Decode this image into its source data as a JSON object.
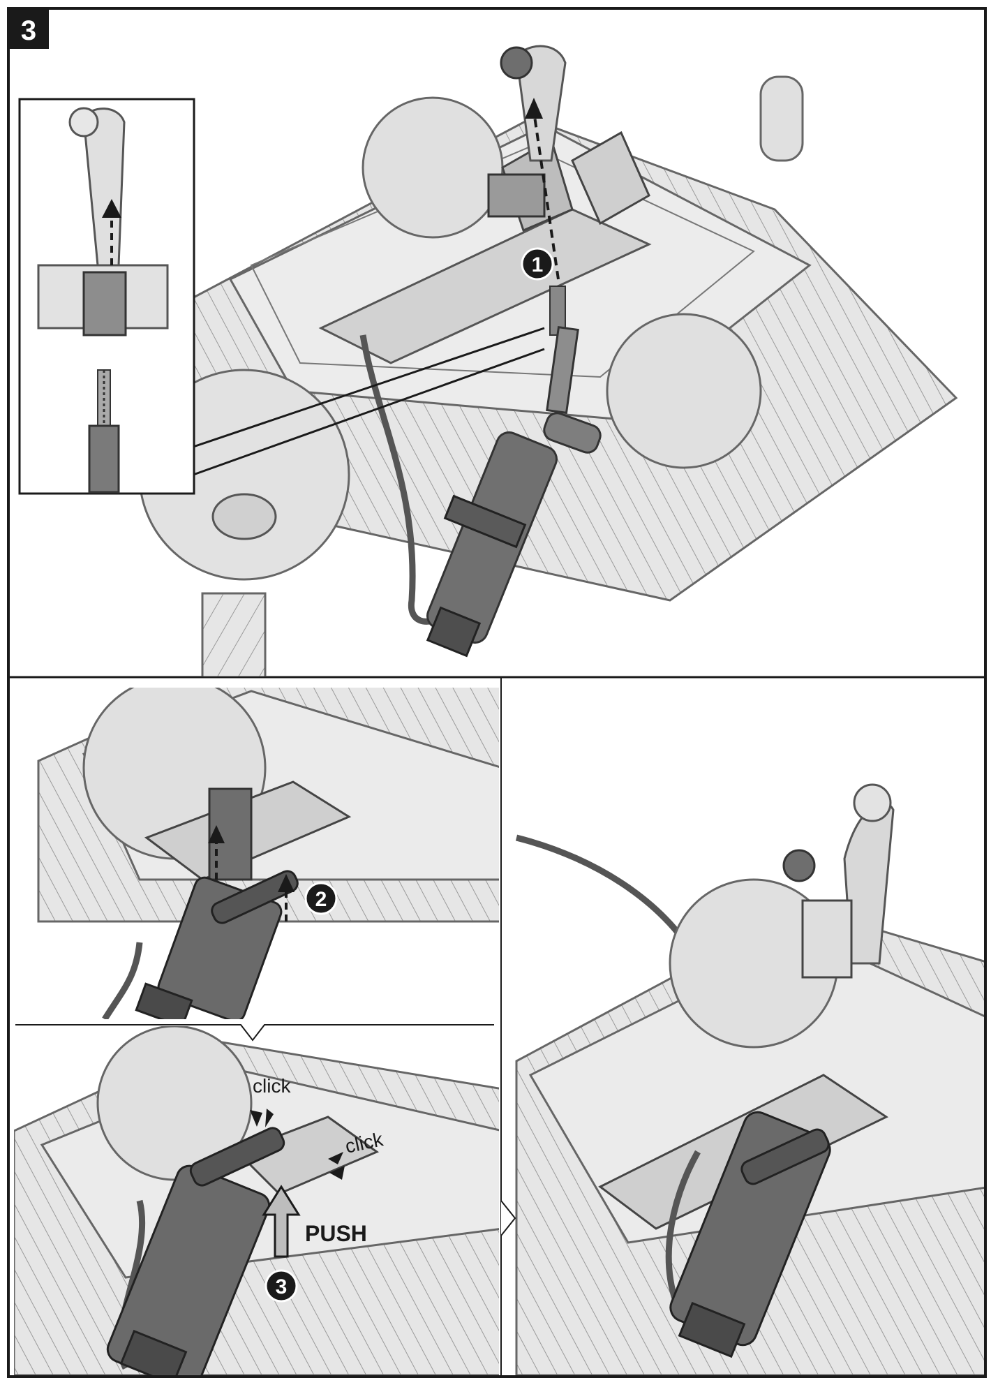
{
  "step": {
    "number": "3"
  },
  "markers": [
    {
      "id": "1",
      "label": "1"
    },
    {
      "id": "2",
      "label": "2"
    },
    {
      "id": "3",
      "label": "3"
    }
  ],
  "callouts": {
    "click_top": "click",
    "click_right": "click",
    "push": "PUSH"
  },
  "colors": {
    "frame": "#1a1a1a",
    "part_light": "#e3e3e3",
    "part_outline": "#555555",
    "part_dark": "#6e6e6e",
    "part_darker": "#4a4a4a",
    "marker_fill": "#1a1a1a",
    "marker_text": "#ffffff"
  }
}
